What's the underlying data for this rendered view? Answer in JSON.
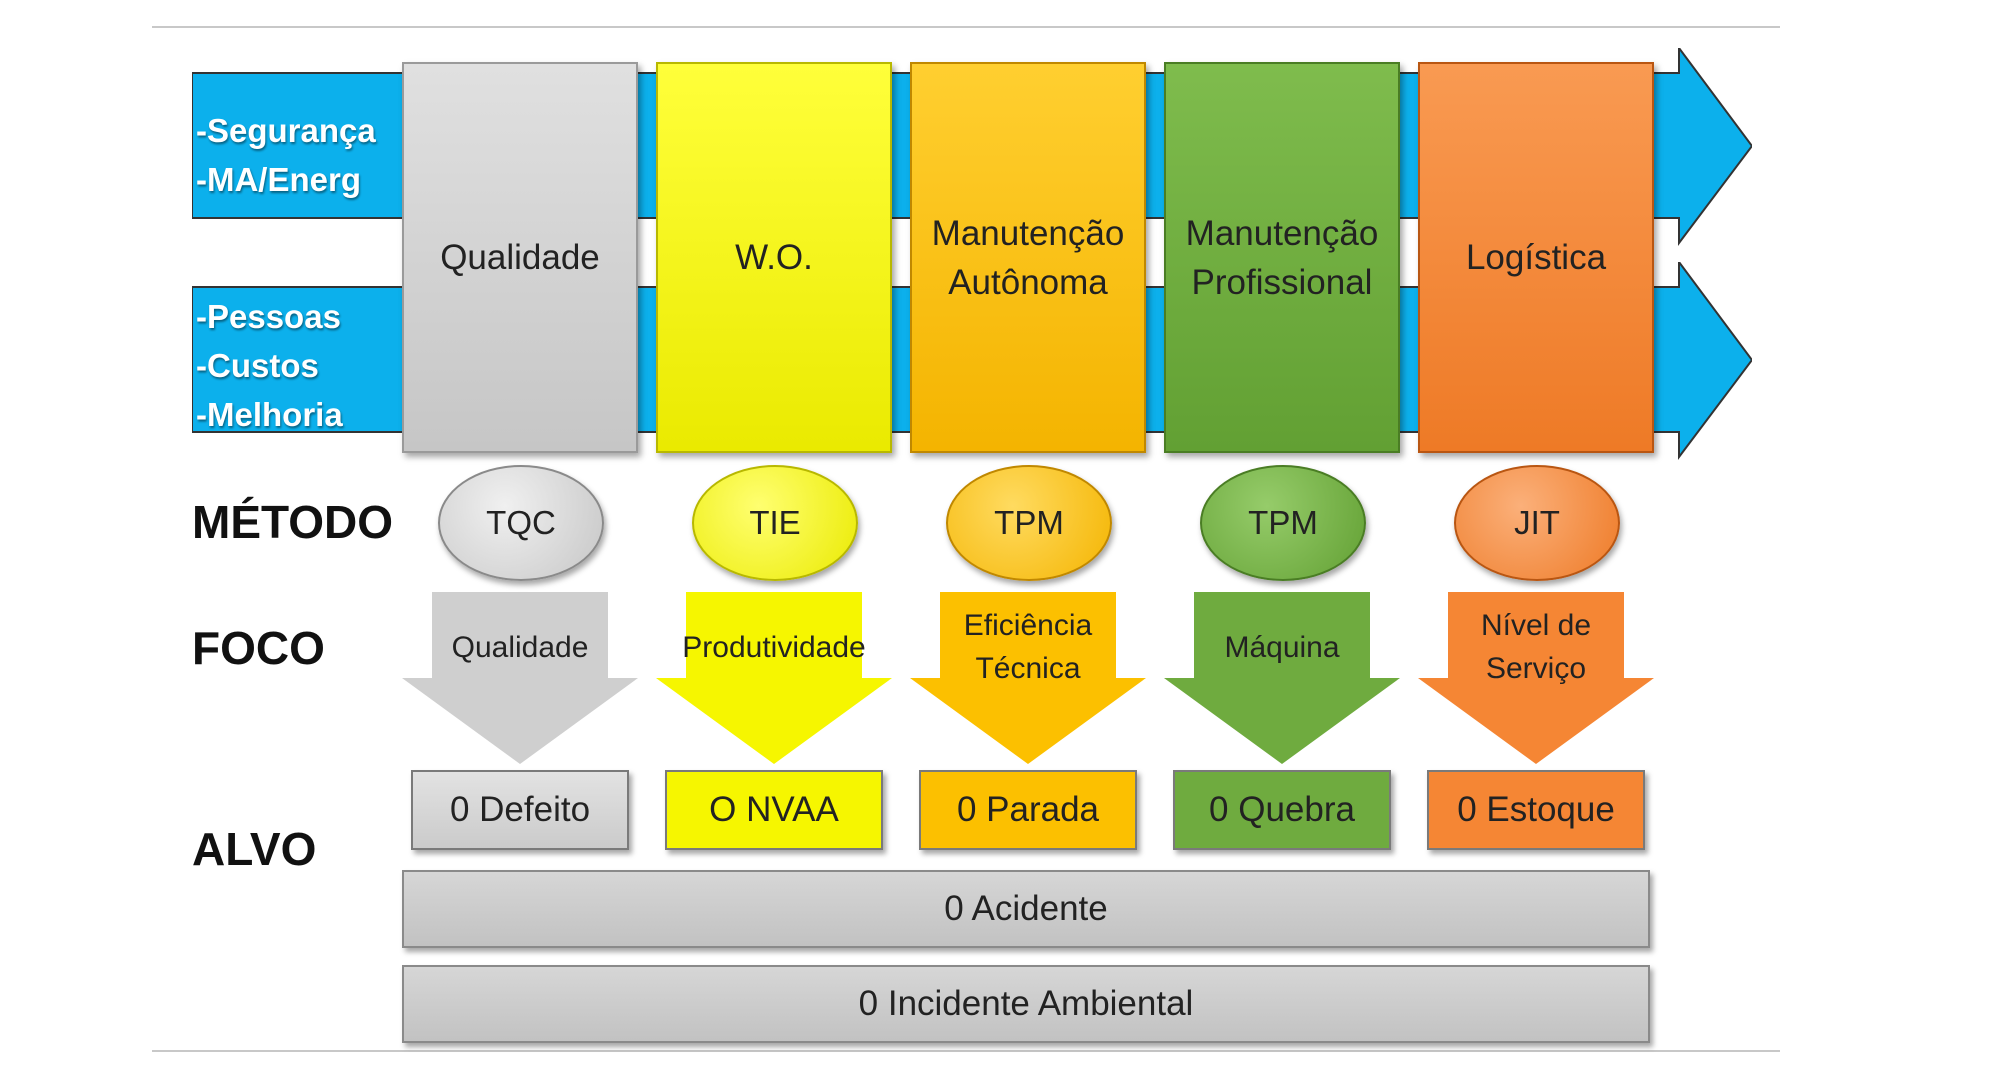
{
  "left_blocks": {
    "top_lines": "-Segurança\n-MA/Energ",
    "bottom_lines": "-Pessoas\n-Custos\n-Melhoria"
  },
  "columns": [
    {
      "label": "Qualidade",
      "color": "#d2d2d2",
      "method": "TQC",
      "focus": "Qualidade",
      "target": "0 Defeito"
    },
    {
      "label": "W.O.",
      "color": "#f6f600",
      "method": "TIE",
      "focus": "Produtividade",
      "target": "O NVAA"
    },
    {
      "label": "Manutenção\nAutônoma",
      "color": "#fcc000",
      "method": "TPM",
      "focus": "Eficiência\nTécnica",
      "target": "0 Parada"
    },
    {
      "label": "Manutenção\nProfissional",
      "color": "#6fab3f",
      "method": "TPM",
      "focus": "Máquina",
      "target": "0  Quebra"
    },
    {
      "label": "Logística",
      "color": "#f58634",
      "method": "JIT",
      "focus": "Nível de\nServiço",
      "target": "0  Estoque"
    }
  ],
  "row_labels": {
    "method": "MÉTODO",
    "focus": "FOCO",
    "target": "ALVO"
  },
  "wide_targets": [
    "0 Acidente",
    "0 Incidente Ambiental"
  ],
  "colors": {
    "arrow_blue": "#0cb0ec",
    "grey": "#d2d2d2"
  }
}
